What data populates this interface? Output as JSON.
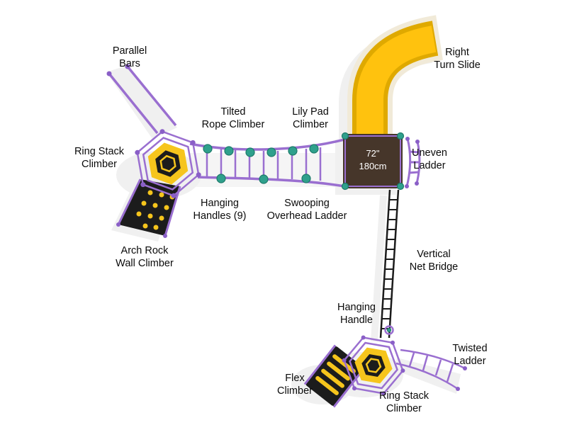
{
  "diagram": {
    "type": "playground-equipment-top-view",
    "labels": {
      "parallel_bars": {
        "lines": [
          "Parallel",
          "Bars"
        ]
      },
      "right_turn_slide": {
        "lines": [
          "Right",
          "Turn Slide"
        ]
      },
      "tilted_rope_climber": {
        "lines": [
          "Tilted",
          "Rope Climber"
        ]
      },
      "lily_pad_climber": {
        "lines": [
          "Lily Pad",
          "Climber"
        ]
      },
      "ring_stack_climber_top": {
        "lines": [
          "Ring Stack",
          "Climber"
        ]
      },
      "uneven_ladder": {
        "lines": [
          "Uneven",
          "Ladder"
        ]
      },
      "hanging_handles": {
        "lines": [
          "Hanging",
          "Handles (9)"
        ]
      },
      "swooping_overhead_ladder": {
        "lines": [
          "Swooping",
          "Overhead Ladder"
        ]
      },
      "arch_rock_wall_climber": {
        "lines": [
          "Arch Rock",
          "Wall Climber"
        ]
      },
      "vertical_net_bridge": {
        "lines": [
          "Vertical",
          "Net Bridge"
        ]
      },
      "hanging_handle": {
        "lines": [
          "Hanging",
          "Handle"
        ]
      },
      "twisted_ladder": {
        "lines": [
          "Twisted",
          "Ladder"
        ]
      },
      "flex_climber": {
        "lines": [
          "Flex",
          "Climber"
        ]
      },
      "ring_stack_climber_bottom": {
        "lines": [
          "Ring Stack",
          "Climber"
        ]
      }
    },
    "deck": {
      "lines": [
        "72\"",
        "180cm"
      ]
    },
    "colors": {
      "slide_yellow": "#FFC20E",
      "slide_edge": "#DFA900",
      "slide_flange": "#F1EAD8",
      "deck_brown": "#46362A",
      "rail_purple": "#9A6FD0",
      "pad_teal": "#2FA08C",
      "panel_black": "#1C1C1C",
      "hold_yellow": "#F6C51C",
      "label_text": "#0A0A0A",
      "deck_text": "#FFFFFF",
      "background": "#FFFFFF"
    }
  }
}
